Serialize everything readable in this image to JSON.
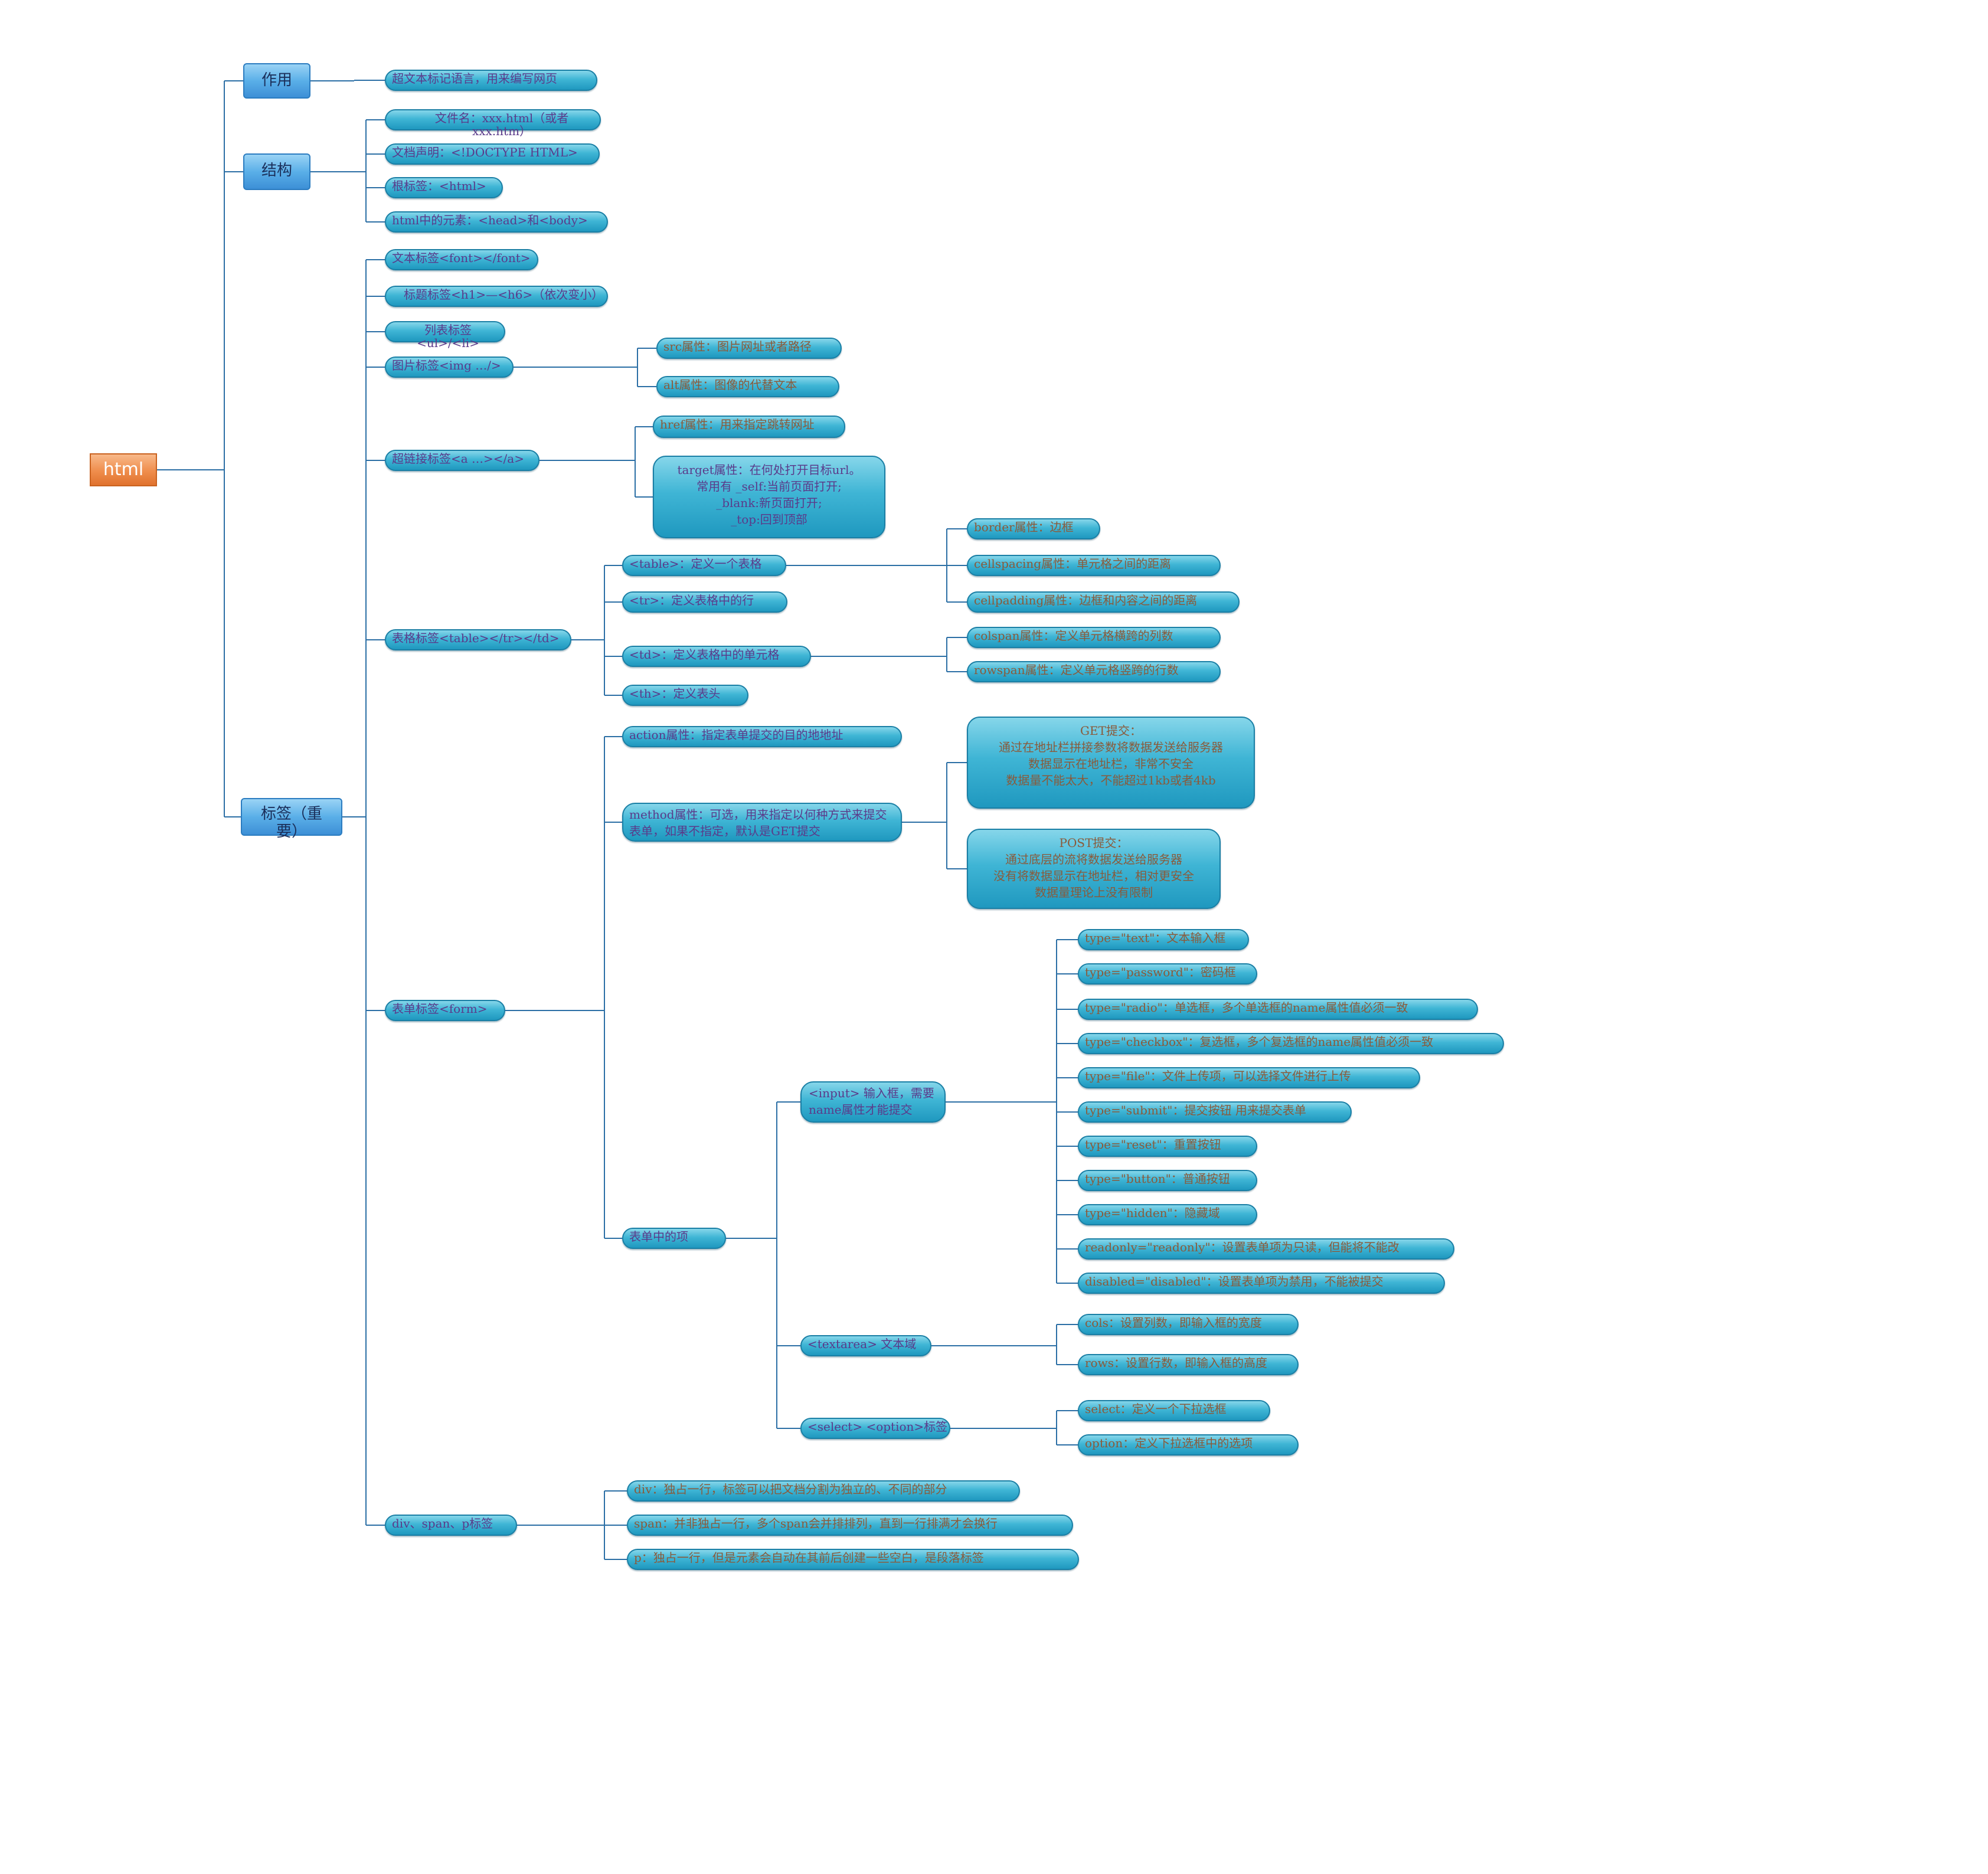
{
  "root": "html",
  "level1": {
    "zuoyong": "作用",
    "jiegou": "结构",
    "biaoqian": "标签（重要）"
  },
  "zuoyong": [
    "超文本标记语言，用来编写网页"
  ],
  "jiegou": [
    "文件名：xxx.html（或者xxx.htm）",
    "文档声明：<!DOCTYPE HTML>",
    "根标签：<html>",
    "html中的元素：<head>和<body>"
  ],
  "tags": {
    "text": "文本标签<font></font>",
    "heading": "标题标签<h1>—<h6>（依次变小）",
    "list": "列表标签<ul>/<li>",
    "img": {
      "label": "图片标签<img …/>",
      "attrs": [
        "src属性：图片网址或者路径",
        "alt属性：图像的代替文本"
      ]
    },
    "link": {
      "label": "超链接标签<a …></a>",
      "href": "href属性：用来指定跳转网址",
      "target": "target属性：在何处打开目标url。\n常用有 _self:当前页面打开;\n_blank:新页面打开;\n_top:回到顶部"
    },
    "table": {
      "label": "表格标签<table></tr></td>",
      "items": [
        "<table>：定义一个表格",
        "<tr>：定义表格中的行",
        "<td>：定义表格中的单元格",
        "<th>：定义表头"
      ],
      "table_attrs": [
        "border属性：边框",
        "cellspacing属性：单元格之间的距离",
        "cellpadding属性：边框和内容之间的距离"
      ],
      "td_attrs": [
        "colspan属性：定义单元格横跨的列数",
        "rowspan属性：定义单元格竖跨的行数"
      ]
    },
    "form": {
      "label": "表单标签<form>",
      "action": "action属性：指定表单提交的目的地地址",
      "method": "method属性：可选，用来指定以何种方式来提交表单，如果不指定，默认是GET提交",
      "get": "GET提交：\n通过在地址栏拼接参数将数据发送给服务器\n数据显示在地址栏，非常不安全\n数据量不能太大，不能超过1kb或者4kb",
      "post": "POST提交：\n通过底层的流将数据发送给服务器\n没有将数据显示在地址栏，相对更安全\n数据量理论上没有限制",
      "items_label": "表单中的项",
      "input": {
        "label": "<input> 输入框，需要name属性才能提交",
        "types": [
          "type=\"text\"：文本输入框",
          "type=\"password\"：密码框",
          "type=\"radio\"：单选框，多个单选框的name属性值必须一致",
          "type=\"checkbox\"：复选框，多个复选框的name属性值必须一致",
          "type=\"file\"：文件上传项，可以选择文件进行上传",
          "type=\"submit\"：提交按钮 用来提交表单",
          "type=\"reset\"：重置按钮",
          "type=\"button\"：普通按钮",
          "type=\"hidden\"：隐藏域",
          "readonly=\"readonly\"：设置表单项为只读，但能将不能改",
          "disabled=\"disabled\"：设置表单项为禁用，不能被提交"
        ]
      },
      "textarea": {
        "label": "<textarea> 文本域",
        "attrs": [
          "cols：设置列数，即输入框的宽度",
          "rows：设置行数，即输入框的高度"
        ]
      },
      "select": {
        "label": "<select> <option>标签",
        "attrs": [
          "select：定义一个下拉选框",
          "option：定义下拉选框中的选项"
        ]
      }
    },
    "divspan": {
      "label": "div、span、p标签",
      "items": [
        "div：独占一行，标签可以把文档分割为独立的、不同的部分",
        "span：并非独占一行，多个span会并排排列，直到一行排满才会换行",
        "p：独占一行，但是元素会自动在其前后创建一些空白，是段落标签"
      ]
    }
  }
}
